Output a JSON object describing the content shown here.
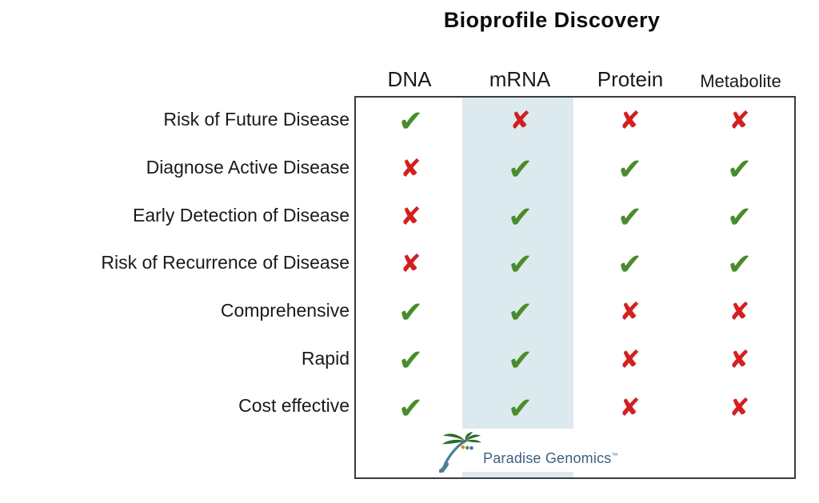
{
  "title": "Bioprofile Discovery",
  "glyphs": {
    "check": "✔",
    "cross": "✘"
  },
  "colors": {
    "check": "#4a8b2c",
    "cross": "#d41f1f",
    "highlight": "#dce9ef",
    "border": "#3b3b3b",
    "logo_text": "#3e5f80",
    "frond_green": "#2d6a33",
    "trunk_blue": "#4b7f99",
    "dot_orange": "#e08225",
    "dot_green": "#44973b",
    "dot_blue": "#3a6cc0"
  },
  "logo": {
    "name": "Paradise Genomics",
    "trademark": "™"
  },
  "chart_data": {
    "type": "table",
    "title": "Bioprofile Discovery",
    "columns": [
      "DNA",
      "mRNA",
      "Protein",
      "Metabolite"
    ],
    "highlighted_column": "mRNA",
    "highlighted_column_index": 1,
    "rows": [
      {
        "label": "Risk of Future Disease",
        "marks": [
          "check",
          "cross",
          "cross",
          "cross"
        ]
      },
      {
        "label": "Diagnose Active Disease",
        "marks": [
          "cross",
          "check",
          "check",
          "check"
        ]
      },
      {
        "label": "Early Detection of Disease",
        "marks": [
          "cross",
          "check",
          "check",
          "check"
        ]
      },
      {
        "label": "Risk of Recurrence of Disease",
        "marks": [
          "cross",
          "check",
          "check",
          "check"
        ]
      },
      {
        "label": "Comprehensive",
        "marks": [
          "check",
          "check",
          "cross",
          "cross"
        ]
      },
      {
        "label": "Rapid",
        "marks": [
          "check",
          "check",
          "cross",
          "cross"
        ]
      },
      {
        "label": "Cost effective",
        "marks": [
          "check",
          "check",
          "cross",
          "cross"
        ]
      }
    ]
  }
}
